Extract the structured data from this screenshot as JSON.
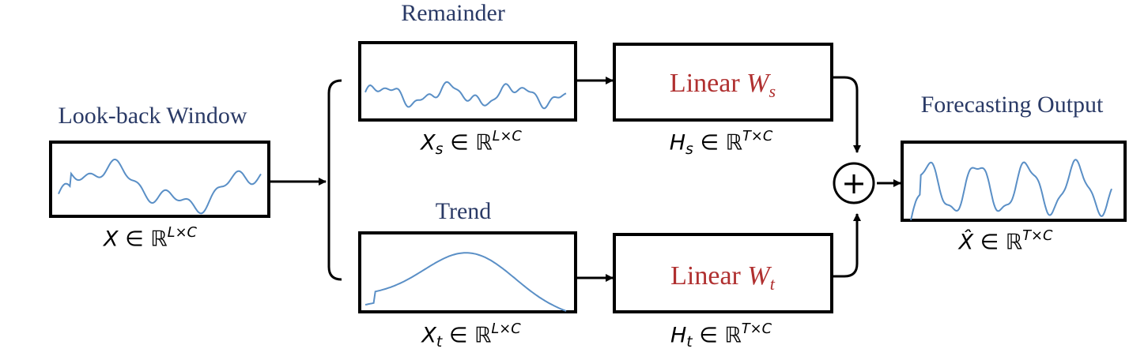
{
  "input": {
    "title": "Look-back Window",
    "var": "X",
    "rel": "∈",
    "set": "ℝ",
    "dims": "L×C"
  },
  "remainder": {
    "title": "Remainder",
    "var": "X",
    "sub": "s",
    "rel": "∈",
    "set": "ℝ",
    "dims": "L×C"
  },
  "trend": {
    "title": "Trend",
    "var": "X",
    "sub": "t",
    "rel": "∈",
    "set": "ℝ",
    "dims": "L×C"
  },
  "linear_s": {
    "label": "Linear",
    "weight": "W",
    "weight_sub": "s",
    "out_var": "H",
    "out_sub": "s",
    "rel": "∈",
    "set": "ℝ",
    "dims": "T×C"
  },
  "linear_t": {
    "label": "Linear",
    "weight": "W",
    "weight_sub": "t",
    "out_var": "H",
    "out_sub": "t",
    "rel": "∈",
    "set": "ℝ",
    "dims": "T×C"
  },
  "output": {
    "title": "Forecasting Output",
    "var": "X̂",
    "rel": "∈",
    "set": "ℝ",
    "dims": "T×C"
  },
  "sum_symbol": "+",
  "colors": {
    "title_text": "#2a3a66",
    "linear_text": "#b03030",
    "series_line": "#5a8fc6",
    "box_stroke": "#000000"
  },
  "icons": {
    "sum": "circle-plus-icon",
    "arrow": "arrowhead-icon"
  }
}
